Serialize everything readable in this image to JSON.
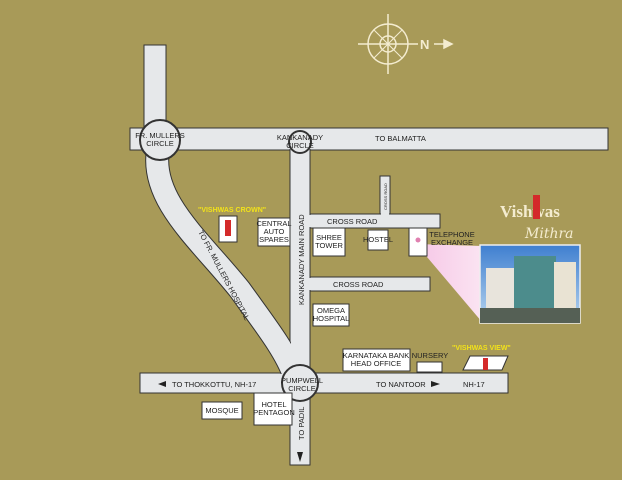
{
  "compass": {
    "north_label": "N",
    "icon": "compass-rose-icon"
  },
  "roads": {
    "to_balmatta": "TO BALMATTA",
    "cross_road_1": "CROSS ROAD",
    "cross_road_2": "CROSS ROAD",
    "cross_road_vertical": "CROSS ROAD",
    "kankanady_main_road": "KANKANADY MAIN ROAD",
    "to_fr_mullers_hospital": "TO FR. MULLERS HOSPITAL",
    "to_thokkottu": "TO THOKKOTTU, NH-17",
    "to_nantoor": "TO NANTOOR",
    "nh17": "NH-17",
    "to_padil": "TO PADIL"
  },
  "circles": {
    "mullers": [
      "FR. MULLERS",
      "CIRCLE"
    ],
    "kankanady": [
      "KANKANADY",
      "CIRCLE"
    ],
    "pumpwell": [
      "PUMPWELL",
      "CIRCLE"
    ]
  },
  "landmarks": {
    "vishwas_crown": "\"VISHWAS CROWN\"",
    "central_auto": [
      "CENTRAL",
      "AUTO",
      "SPARES"
    ],
    "shree_tower": [
      "SHREE",
      "TOWER"
    ],
    "hostel": "HOSTEL",
    "telephone_exchange": [
      "TELEPHONE",
      "EXCHANGE"
    ],
    "omega_hospital": [
      "OMEGA",
      "HOSPITAL"
    ],
    "karnataka_bank": [
      "KARNATAKA BANK",
      "HEAD OFFICE"
    ],
    "nursery": "NURSERY",
    "vishwas_view": "\"VISHWAS VIEW\"",
    "mosque": "MOSQUE",
    "hotel_pentagon": [
      "HOTEL",
      "PENTAGON"
    ]
  },
  "logo": {
    "brand": "Vishwas",
    "sub": "Mithra"
  },
  "colors": {
    "background": "#a89a58",
    "road": "#e6e8ea",
    "highlight": "#f2e21a",
    "brand_red": "#d42a2a"
  }
}
